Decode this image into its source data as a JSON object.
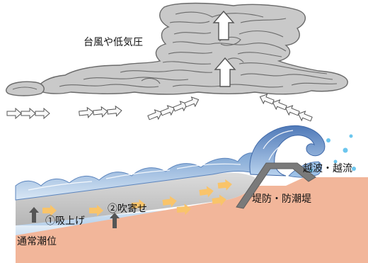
{
  "labels": {
    "typhoon": "台風や低気圧",
    "suction": "①吸上げ",
    "wind_setup": "②吹寄せ",
    "normal_tide": "通常潮位",
    "seawall": "堤防・防潮堤",
    "overtopping": "越波・越流"
  },
  "colors": {
    "cloud_fill": "#c9c9c9",
    "cloud_stroke": "#6a6a6a",
    "sea_top": "#8fb3d9",
    "sea_band": "#bfbfbf",
    "sea_light": "#dbe9f6",
    "ground": "#f2b69a",
    "seawall": "#7a7a7a",
    "flow_arrow": "#f9c46a",
    "lift_arrow": "#555555",
    "spray": "#6cc6ee"
  },
  "icons": {
    "wind": "wind-arrow-icon",
    "rise": "up-arrow-icon",
    "flow": "flow-arrow-icon",
    "lift": "lift-arrow-icon"
  }
}
